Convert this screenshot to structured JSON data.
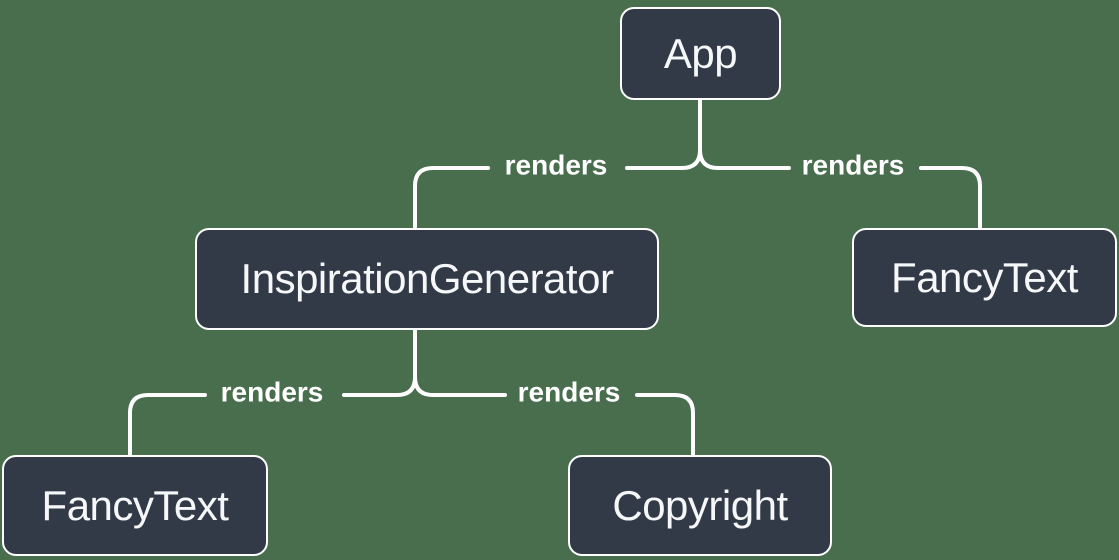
{
  "colors": {
    "background": "#486e4e",
    "node_fill": "#333a47",
    "node_border": "#ffffff",
    "node_text": "#f6f7f9",
    "edge_line": "#ffffff",
    "edge_label_text": "#ffffff"
  },
  "diagram": {
    "type": "component-render-tree",
    "nodes": [
      {
        "id": "app",
        "label": "App"
      },
      {
        "id": "inspiration-generator",
        "label": "InspirationGenerator"
      },
      {
        "id": "fancy-text-top",
        "label": "FancyText"
      },
      {
        "id": "fancy-text-bottom",
        "label": "FancyText"
      },
      {
        "id": "copyright",
        "label": "Copyright"
      }
    ],
    "edges": [
      {
        "from": "App",
        "to": "InspirationGenerator",
        "label": "renders"
      },
      {
        "from": "App",
        "to": "FancyText",
        "label": "renders"
      },
      {
        "from": "InspirationGenerator",
        "to": "FancyText",
        "label": "renders"
      },
      {
        "from": "InspirationGenerator",
        "to": "Copyright",
        "label": "renders"
      }
    ]
  }
}
